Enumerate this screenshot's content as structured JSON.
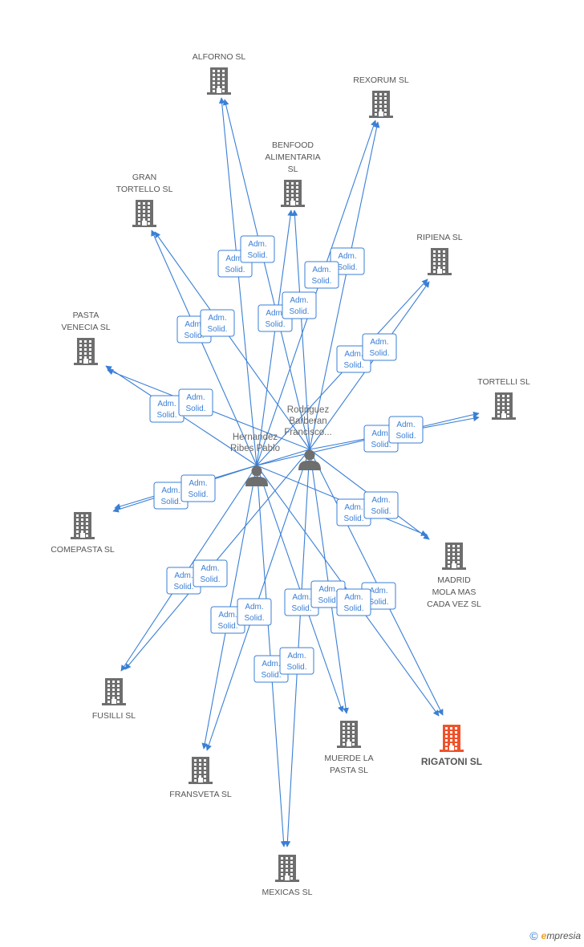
{
  "people": [
    {
      "id": "hernandez",
      "label_lines": [
        "Hernandez",
        "Ribes Pablo"
      ],
      "icon": "person-icon"
    },
    {
      "id": "rodriguez",
      "label_lines": [
        "Rodriguez",
        "Barberan",
        "Francisco..."
      ],
      "icon": "person-icon"
    }
  ],
  "companies": [
    {
      "id": "alforno",
      "label_lines": [
        "ALFORNO SL"
      ],
      "icon": "building-icon"
    },
    {
      "id": "rexorum",
      "label_lines": [
        "REXORUM SL"
      ],
      "icon": "building-icon"
    },
    {
      "id": "benfood",
      "label_lines": [
        "BENFOOD",
        "ALIMENTARIA",
        "SL"
      ],
      "icon": "building-icon"
    },
    {
      "id": "gran_tortello",
      "label_lines": [
        "GRAN",
        "TORTELLO SL"
      ],
      "icon": "building-icon"
    },
    {
      "id": "ripiena",
      "label_lines": [
        "RIPIENA SL"
      ],
      "icon": "building-icon"
    },
    {
      "id": "pasta_venecia",
      "label_lines": [
        "PASTA",
        "VENECIA SL"
      ],
      "icon": "building-icon"
    },
    {
      "id": "tortelli",
      "label_lines": [
        "TORTELLI SL"
      ],
      "icon": "building-icon"
    },
    {
      "id": "comepasta",
      "label_lines": [
        "COMEPASTA SL"
      ],
      "icon": "building-icon"
    },
    {
      "id": "madrid",
      "label_lines": [
        "MADRID",
        "MOLA MAS",
        "CADA VEZ SL"
      ],
      "icon": "building-icon"
    },
    {
      "id": "fusilli",
      "label_lines": [
        "FUSILLI SL"
      ],
      "icon": "building-icon"
    },
    {
      "id": "muerde",
      "label_lines": [
        "MUERDE LA",
        "PASTA  SL"
      ],
      "icon": "building-icon"
    },
    {
      "id": "rigatoni",
      "label_lines": [
        "RIGATONI SL"
      ],
      "icon": "building-icon",
      "focus": true
    },
    {
      "id": "fransveta",
      "label_lines": [
        "FRANSVETA SL"
      ],
      "icon": "building-icon"
    },
    {
      "id": "mexicas",
      "label_lines": [
        "MEXICAS SL"
      ],
      "icon": "building-icon"
    }
  ],
  "edge_label_lines": [
    "Adm.",
    "Solid."
  ],
  "edges": [
    {
      "from": "hernandez",
      "to": "alforno"
    },
    {
      "from": "rodriguez",
      "to": "alforno"
    },
    {
      "from": "hernandez",
      "to": "rexorum"
    },
    {
      "from": "rodriguez",
      "to": "rexorum"
    },
    {
      "from": "hernandez",
      "to": "benfood"
    },
    {
      "from": "rodriguez",
      "to": "benfood"
    },
    {
      "from": "hernandez",
      "to": "gran_tortello"
    },
    {
      "from": "rodriguez",
      "to": "gran_tortello"
    },
    {
      "from": "hernandez",
      "to": "ripiena"
    },
    {
      "from": "rodriguez",
      "to": "ripiena"
    },
    {
      "from": "hernandez",
      "to": "pasta_venecia"
    },
    {
      "from": "rodriguez",
      "to": "pasta_venecia"
    },
    {
      "from": "hernandez",
      "to": "tortelli"
    },
    {
      "from": "rodriguez",
      "to": "tortelli"
    },
    {
      "from": "hernandez",
      "to": "comepasta"
    },
    {
      "from": "rodriguez",
      "to": "comepasta"
    },
    {
      "from": "hernandez",
      "to": "madrid"
    },
    {
      "from": "rodriguez",
      "to": "madrid"
    },
    {
      "from": "hernandez",
      "to": "fusilli"
    },
    {
      "from": "rodriguez",
      "to": "fusilli"
    },
    {
      "from": "hernandez",
      "to": "muerde"
    },
    {
      "from": "rodriguez",
      "to": "muerde"
    },
    {
      "from": "hernandez",
      "to": "rigatoni"
    },
    {
      "from": "rodriguez",
      "to": "rigatoni"
    },
    {
      "from": "hernandez",
      "to": "fransveta"
    },
    {
      "from": "rodriguez",
      "to": "fransveta"
    },
    {
      "from": "hernandez",
      "to": "mexicas"
    },
    {
      "from": "rodriguez",
      "to": "mexicas"
    }
  ],
  "colors": {
    "edge": "#3a7fd5",
    "node_icon": "#6e6e6e",
    "focus_icon": "#f0522a"
  },
  "watermark": {
    "copyright_symbol": "©",
    "brand_initial": "e",
    "brand_rest": "mpresia"
  }
}
